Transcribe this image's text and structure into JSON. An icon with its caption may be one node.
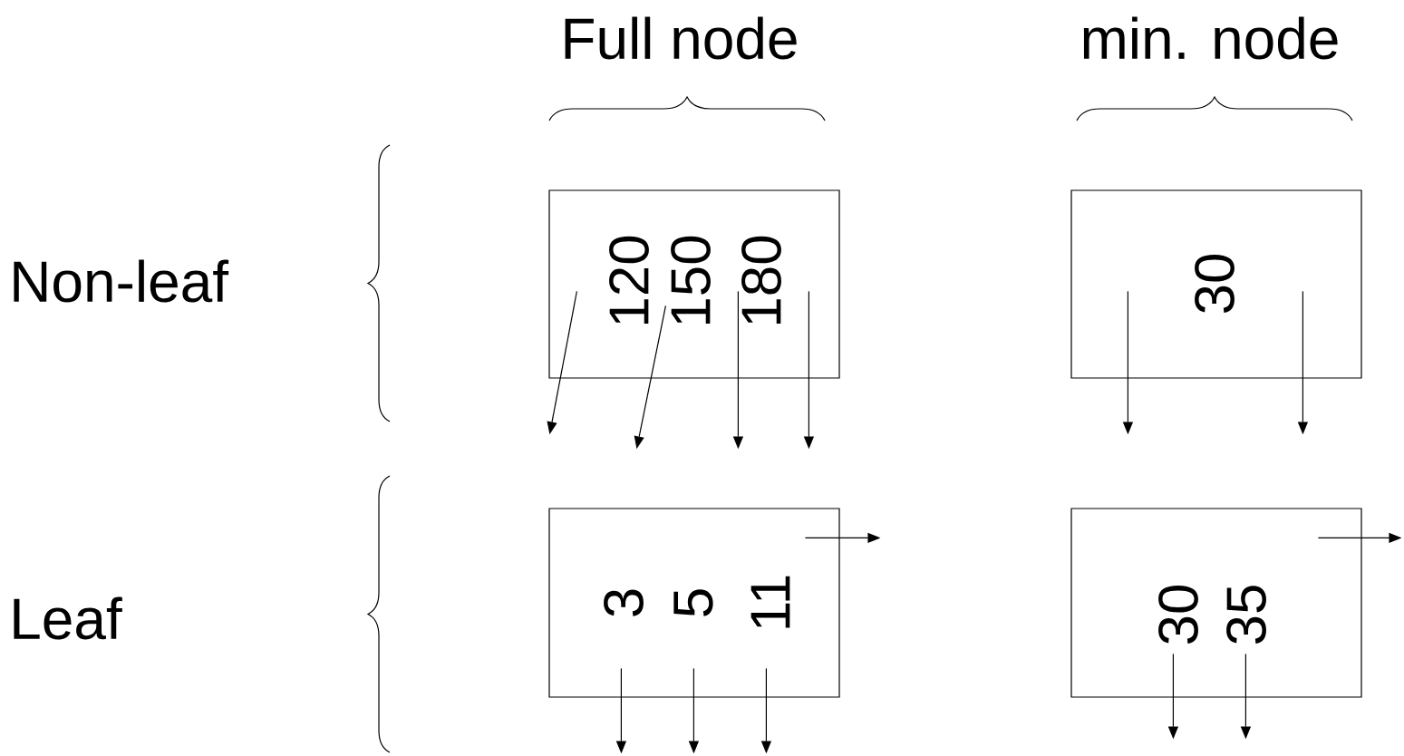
{
  "diagram": {
    "nodes": [
      {
        "text": [
          "120",
          "150",
          "180"
        ]
      },
      {
        "text": [
          "30"
        ]
      },
      {
        "text": [
          "3",
          "5",
          "11"
        ]
      },
      {
        "text": [
          "30",
          "35"
        ]
      }
    ],
    "edges": [
      {
        "from": 0,
        "to": null,
        "arrow": "to"
      },
      {
        "from": 0,
        "to": null,
        "arrow": "to"
      },
      {
        "from": 0,
        "to": null,
        "arrow": "to"
      },
      {
        "from": 0,
        "to": null,
        "arrow": "to"
      },
      {
        "from": 1,
        "to": null,
        "arrow": "to"
      },
      {
        "from": 1,
        "to": null,
        "arrow": "to"
      },
      {
        "from": 2,
        "to": null,
        "arrow": "to"
      },
      {
        "from": 2,
        "to": null,
        "arrow": "to"
      },
      {
        "from": 2,
        "to": null,
        "arrow": "to"
      },
      {
        "from": 2,
        "to": null,
        "arrow": "to"
      },
      {
        "from": 3,
        "to": null,
        "arrow": "to"
      },
      {
        "from": 3,
        "to": null,
        "arrow": "to"
      },
      {
        "from": 3,
        "to": null,
        "arrow": "to"
      }
    ],
    "labels": [
      "Full node",
      "min. node",
      "Non-leaf",
      "Leaf"
    ]
  }
}
